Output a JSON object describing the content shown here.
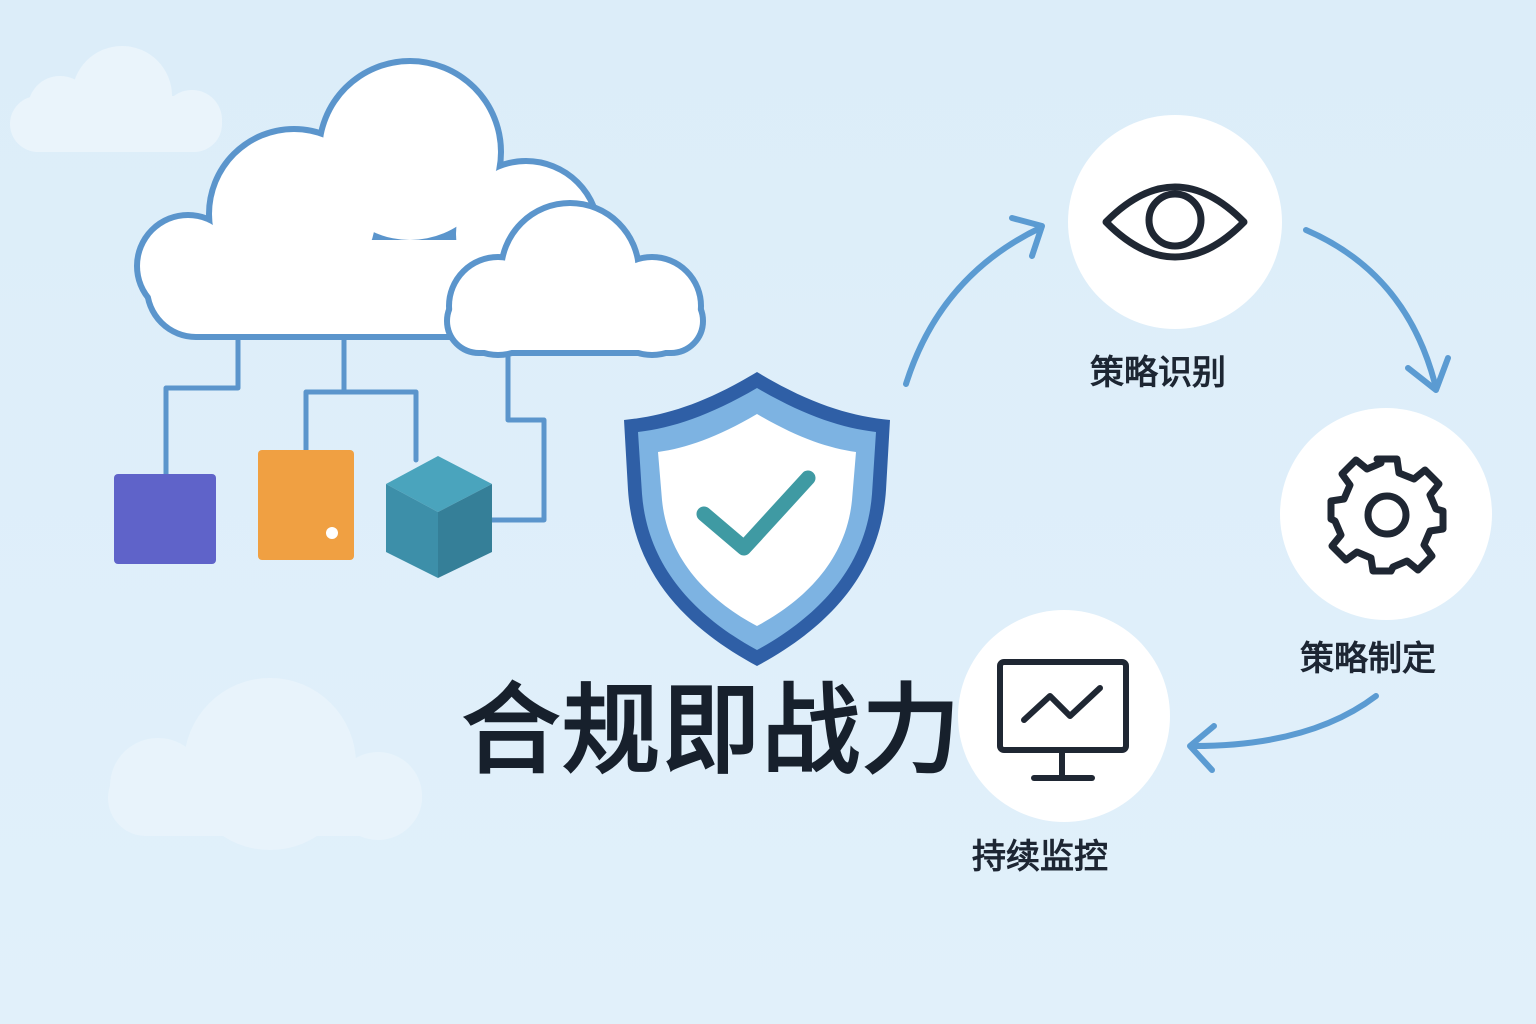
{
  "title": "合规即战力",
  "steps": [
    {
      "label": "策略识别",
      "icon": "eye-icon"
    },
    {
      "label": "策略制定",
      "icon": "gear-icon"
    },
    {
      "label": "持续监控",
      "icon": "monitor-chart-icon"
    }
  ],
  "center_icon": "shield-check-icon",
  "left_icon": "cloud-network-icon",
  "resources": [
    "purple-square",
    "orange-door",
    "teal-cube"
  ],
  "colors": {
    "background": "#dcedf9",
    "cloud_stroke": "#5b95cc",
    "shield_outer": "#2f5fa6",
    "shield_inner": "#7db3e2",
    "check": "#3f9aa3",
    "arrow": "#5b9bd2",
    "text": "#17202c",
    "purple": "#5f63c9",
    "orange": "#f0a042",
    "teal": "#3f8ea8"
  }
}
